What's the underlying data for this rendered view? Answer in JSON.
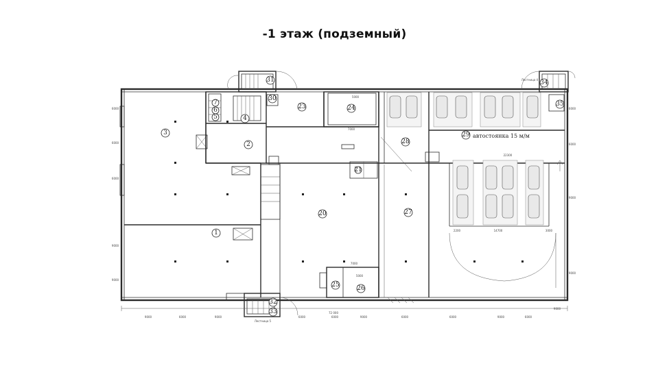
{
  "title": "-1 этаж (подземный)",
  "parking_label": "автостоянка 15 м/м",
  "room_numbers": [
    "1",
    "2",
    "3",
    "4",
    "5",
    "6",
    "7",
    "20",
    "21",
    "23",
    "24",
    "25",
    "26",
    "27",
    "28",
    "29",
    "30",
    "31",
    "32",
    "33",
    "34",
    "35"
  ],
  "dims": {
    "bottom_total": "72 000",
    "bays": [
      "9000",
      "6000",
      "9000",
      "6000",
      "6000",
      "9000",
      "6000",
      "6000",
      "9000",
      "6000",
      "9000"
    ],
    "left_side": [
      "6000",
      "6000",
      "6000",
      "9000",
      "9000"
    ],
    "right_side": [
      "6000",
      "6000",
      "9000",
      "9000"
    ],
    "internal": [
      "7000",
      "5000",
      "7000",
      "2200",
      "14700",
      "3000",
      "22300",
      "5000"
    ]
  },
  "stair_labels": [
    "Лестница 4",
    "Лестница 5"
  ]
}
